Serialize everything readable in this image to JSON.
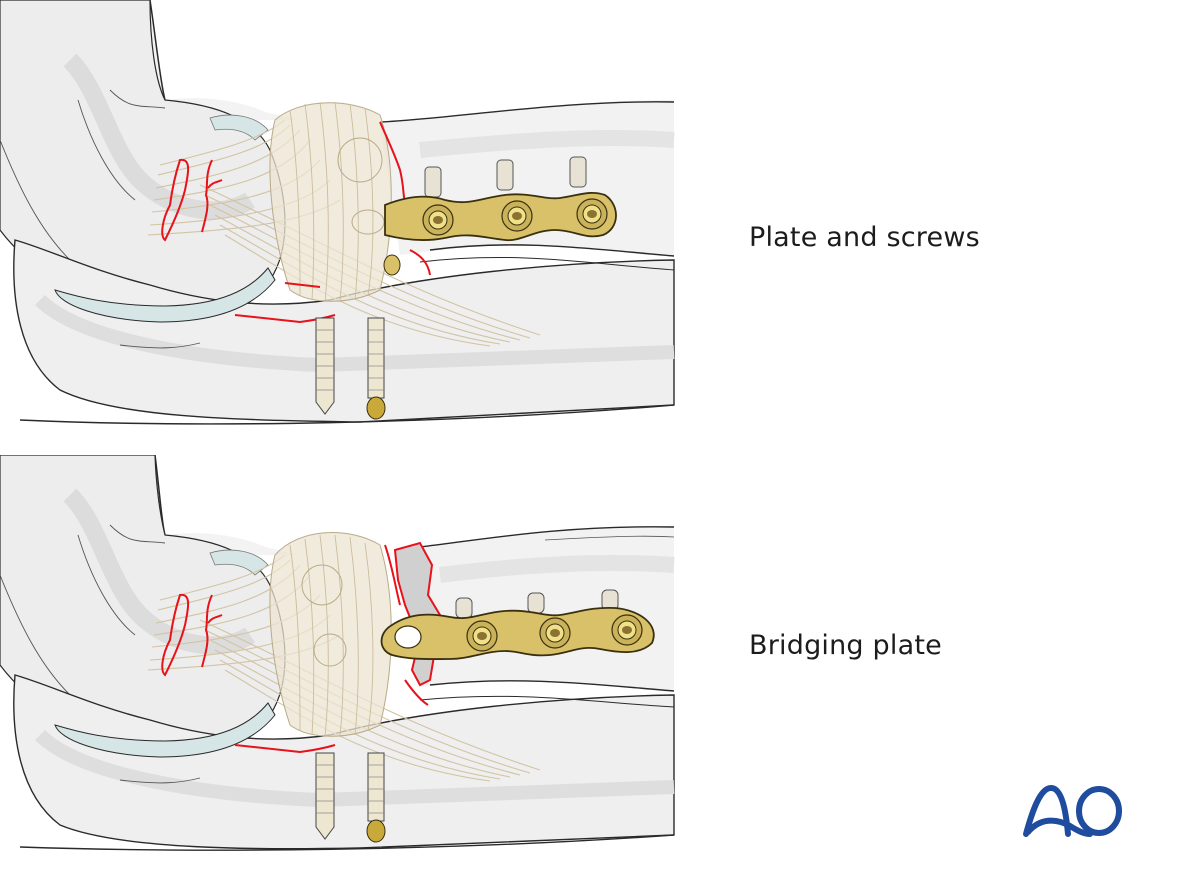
{
  "figure": {
    "panels": [
      {
        "id": "top",
        "caption": "Plate and screws",
        "illustration": "elbow-lateral-view-plate-and-screws",
        "implant_plate_holes": 3,
        "screws_through_plate": 3,
        "lag_screws": 2
      },
      {
        "id": "bottom",
        "caption": "Bridging plate",
        "illustration": "elbow-lateral-view-bridging-plate",
        "implant_plate_holes": 4,
        "screws_through_plate": 3,
        "lag_screws": 2
      }
    ],
    "logo": {
      "text": "AO",
      "icon": "ao-foundation-logo"
    }
  },
  "colors": {
    "bone": "#f1f1f1",
    "bone_shade": "#e2e2e2",
    "cartilage": "#d6e6e6",
    "ligament": "#d9ccb0",
    "fracture_line": "#e8121a",
    "implant_gold": "#d8c169",
    "implant_gold_dark": "#8a7330",
    "screw": "#ede6d0",
    "outline": "#2a2a2a",
    "logo_blue": "#1f4c9e",
    "caption_text": "#1c1c1c"
  }
}
